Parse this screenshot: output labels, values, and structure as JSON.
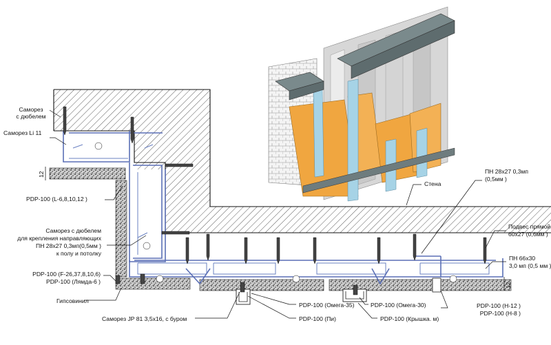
{
  "labels": {
    "samorez_dubel": [
      "Саморез",
      "с дюбелем"
    ],
    "samorez_li": "Саморез Li 11",
    "dim_12_left": "12",
    "pdp_l": "PDP-100 (L-6,8,10,12 )",
    "samorez_napr": [
      "Саморез с дюбелем",
      "для крепления направляющих",
      "ПН 28х27 0,3мп(0,5мм )",
      "к полу и потолку"
    ],
    "pdp_f": [
      "PDP-100 (F-26,37,8,10,6)",
      "PDP-100 (Лямда-6 )"
    ],
    "gipsovinil": "Гипсовинил",
    "samorez_jp": "Саморез JP 81 3,5х16, с буром",
    "pdp_pi": "PDP-100 (Пи)",
    "pdp_omega35": "PDP-100 (Омега-35)",
    "pdp_omega30": "PDP-100 (Омега-30)",
    "pdp_kryshka": "PDP-100 (Крышка. м)",
    "pdp_h": [
      "PDP-100 (Н-12 )",
      "PDP-100 (Н-8 )"
    ],
    "dim_12_right": "12",
    "pn66": [
      "ПН 66х30",
      "3,0 мп (0,5 мм )"
    ],
    "podves": [
      "Подвес прямой",
      "60х27 (0,6мм )"
    ],
    "pn28": [
      "ПН 28х27 0,3мп",
      "(0,5мм )"
    ],
    "stena": "Стена"
  },
  "colors": {
    "profile": "#5a6fb5",
    "board_orange": "#f0a640",
    "metal_grey": "#7a8a8c",
    "glass_blue": "#a6d3e6",
    "hatch": "#333333"
  }
}
